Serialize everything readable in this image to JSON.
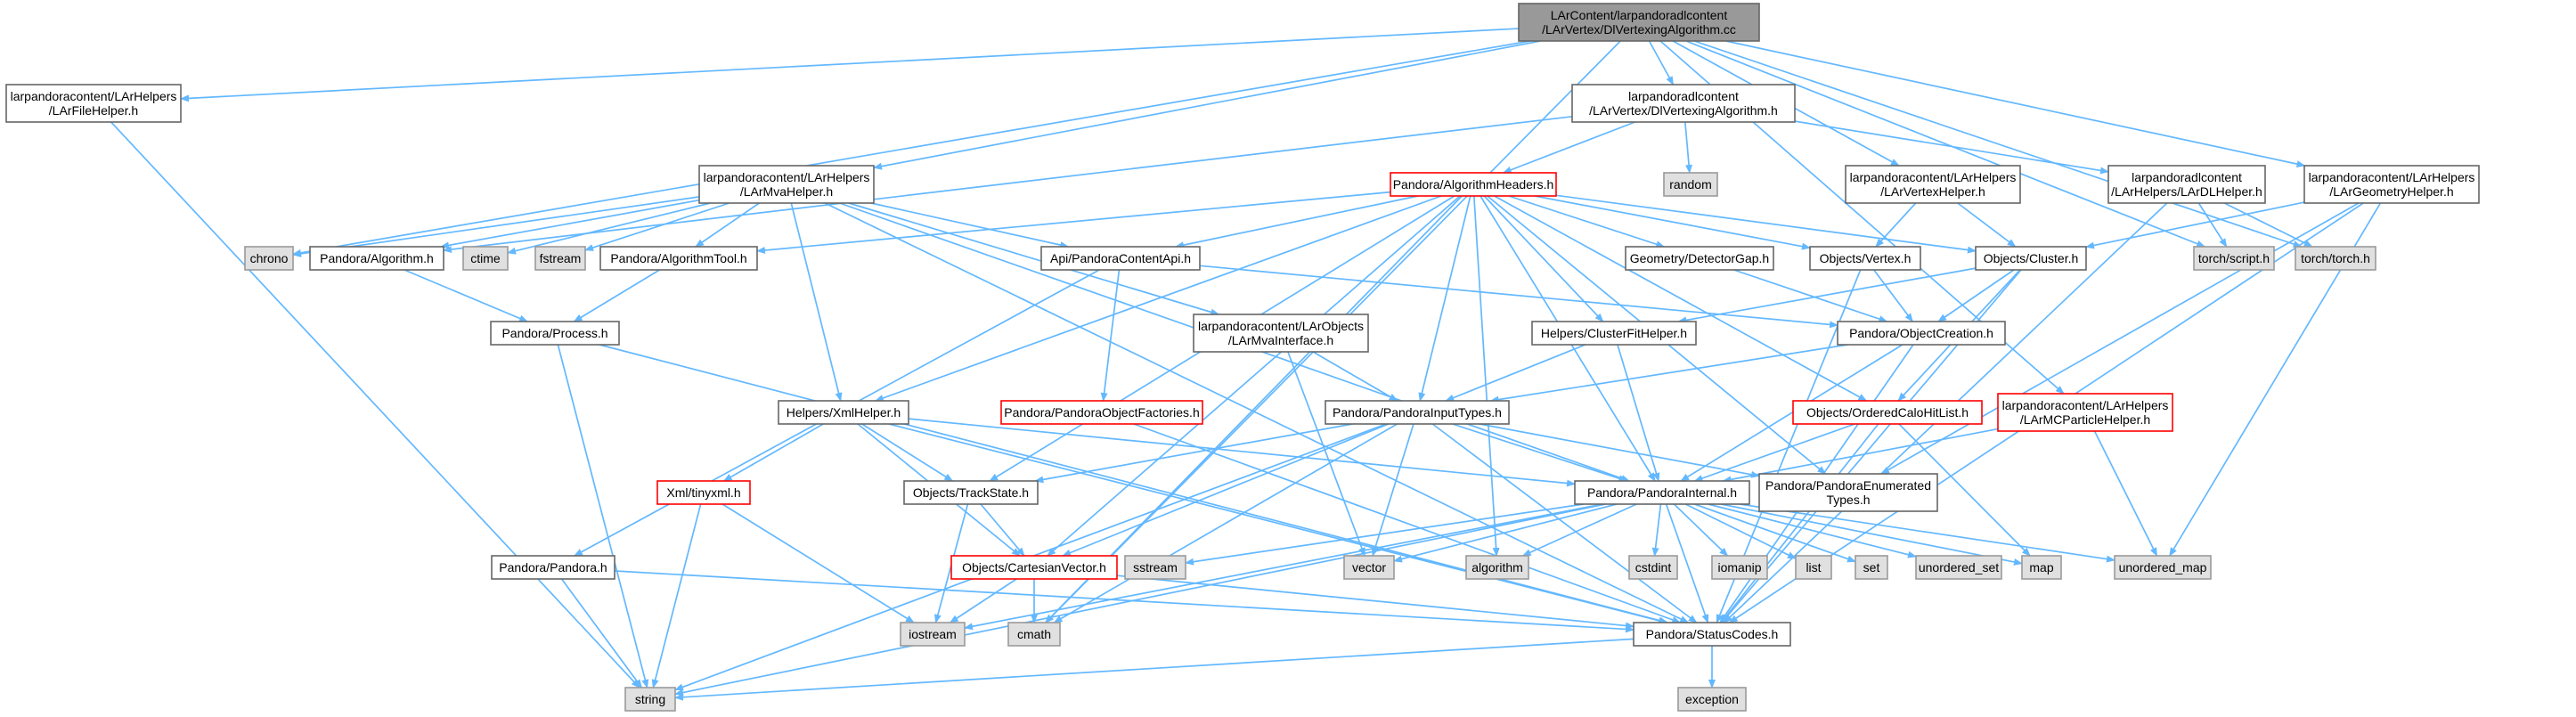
{
  "colors": {
    "edge": "#63b8ff",
    "node_border": "#666666",
    "node_fill": "#ffffff",
    "root_fill": "#999999",
    "system_fill": "#e0e0e0",
    "system_border": "#999999",
    "truncated_border": "#ff0000",
    "text": "#000000"
  },
  "nodes": [
    {
      "id": "root",
      "lines": [
        "LArContent/larpandoradlcontent",
        "/LArVertex/DlVertexingAlgorithm.cc"
      ],
      "kind": "root"
    },
    {
      "id": "filehelper",
      "lines": [
        "larpandoracontent/LArHelpers",
        "/LArFileHelper.h"
      ],
      "kind": "normal"
    },
    {
      "id": "dlvtxh",
      "lines": [
        "larpandoradlcontent",
        "/LArVertex/DlVertexingAlgorithm.h"
      ],
      "kind": "normal"
    },
    {
      "id": "geomhelper",
      "lines": [
        "larpandoracontent/LArHelpers",
        "/LArGeometryHelper.h"
      ],
      "kind": "normal"
    },
    {
      "id": "random",
      "lines": [
        "random"
      ],
      "kind": "system"
    },
    {
      "id": "mvahelper",
      "lines": [
        "larpandoracontent/LArHelpers",
        "/LArMvaHelper.h"
      ],
      "kind": "normal"
    },
    {
      "id": "algheaders",
      "lines": [
        "Pandora/AlgorithmHeaders.h"
      ],
      "kind": "truncated"
    },
    {
      "id": "vertexhelper",
      "lines": [
        "larpandoracontent/LArHelpers",
        "/LArVertexHelper.h"
      ],
      "kind": "normal"
    },
    {
      "id": "dlhelper",
      "lines": [
        "larpandoradlcontent",
        "/LArHelpers/LArDLHelper.h"
      ],
      "kind": "normal"
    },
    {
      "id": "chrono",
      "lines": [
        "chrono"
      ],
      "kind": "system"
    },
    {
      "id": "algorithm_h",
      "lines": [
        "Pandora/Algorithm.h"
      ],
      "kind": "normal"
    },
    {
      "id": "ctime",
      "lines": [
        "ctime"
      ],
      "kind": "system"
    },
    {
      "id": "fstream",
      "lines": [
        "fstream"
      ],
      "kind": "system"
    },
    {
      "id": "algtool",
      "lines": [
        "Pandora/AlgorithmTool.h"
      ],
      "kind": "normal"
    },
    {
      "id": "contentapi",
      "lines": [
        "Api/PandoraContentApi.h"
      ],
      "kind": "normal"
    },
    {
      "id": "detgap",
      "lines": [
        "Geometry/DetectorGap.h"
      ],
      "kind": "normal"
    },
    {
      "id": "vertex_h",
      "lines": [
        "Objects/Vertex.h"
      ],
      "kind": "normal"
    },
    {
      "id": "cluster_h",
      "lines": [
        "Objects/Cluster.h"
      ],
      "kind": "normal"
    },
    {
      "id": "torchscript",
      "lines": [
        "torch/script.h"
      ],
      "kind": "system"
    },
    {
      "id": "torchtorch",
      "lines": [
        "torch/torch.h"
      ],
      "kind": "system"
    },
    {
      "id": "process",
      "lines": [
        "Pandora/Process.h"
      ],
      "kind": "normal"
    },
    {
      "id": "mvainterface",
      "lines": [
        "larpandoracontent/LArObjects",
        "/LArMvaInterface.h"
      ],
      "kind": "normal"
    },
    {
      "id": "clusterfit",
      "lines": [
        "Helpers/ClusterFitHelper.h"
      ],
      "kind": "normal"
    },
    {
      "id": "objcreation",
      "lines": [
        "Pandora/ObjectCreation.h"
      ],
      "kind": "normal"
    },
    {
      "id": "xmlhelper",
      "lines": [
        "Helpers/XmlHelper.h"
      ],
      "kind": "normal"
    },
    {
      "id": "objfactories",
      "lines": [
        "Pandora/PandoraObjectFactories.h"
      ],
      "kind": "truncated"
    },
    {
      "id": "inputtypes",
      "lines": [
        "Pandora/PandoraInputTypes.h"
      ],
      "kind": "normal"
    },
    {
      "id": "orderedcalo",
      "lines": [
        "Objects/OrderedCaloHitList.h"
      ],
      "kind": "truncated"
    },
    {
      "id": "mcparticle",
      "lines": [
        "larpandoracontent/LArHelpers",
        "/LArMCParticleHelper.h"
      ],
      "kind": "truncated"
    },
    {
      "id": "tinyxml",
      "lines": [
        "Xml/tinyxml.h"
      ],
      "kind": "truncated"
    },
    {
      "id": "trackstate",
      "lines": [
        "Objects/TrackState.h"
      ],
      "kind": "normal"
    },
    {
      "id": "pinternal",
      "lines": [
        "Pandora/PandoraInternal.h"
      ],
      "kind": "normal"
    },
    {
      "id": "enumtypes",
      "lines": [
        "Pandora/PandoraEnumerated",
        "Types.h"
      ],
      "kind": "normal"
    },
    {
      "id": "pandora_h",
      "lines": [
        "Pandora/Pandora.h"
      ],
      "kind": "normal"
    },
    {
      "id": "cartesian",
      "lines": [
        "Objects/CartesianVector.h"
      ],
      "kind": "truncated"
    },
    {
      "id": "sstream",
      "lines": [
        "sstream"
      ],
      "kind": "system"
    },
    {
      "id": "vector",
      "lines": [
        "vector"
      ],
      "kind": "system"
    },
    {
      "id": "algorithm",
      "lines": [
        "algorithm"
      ],
      "kind": "system"
    },
    {
      "id": "cstdint",
      "lines": [
        "cstdint"
      ],
      "kind": "system"
    },
    {
      "id": "iomanip",
      "lines": [
        "iomanip"
      ],
      "kind": "system"
    },
    {
      "id": "list",
      "lines": [
        "list"
      ],
      "kind": "system"
    },
    {
      "id": "set",
      "lines": [
        "set"
      ],
      "kind": "system"
    },
    {
      "id": "unordered_set",
      "lines": [
        "unordered_set"
      ],
      "kind": "system"
    },
    {
      "id": "map",
      "lines": [
        "map"
      ],
      "kind": "system"
    },
    {
      "id": "unordered_map",
      "lines": [
        "unordered_map"
      ],
      "kind": "system"
    },
    {
      "id": "iostream",
      "lines": [
        "iostream"
      ],
      "kind": "system"
    },
    {
      "id": "cmath",
      "lines": [
        "cmath"
      ],
      "kind": "system"
    },
    {
      "id": "statuscodes",
      "lines": [
        "Pandora/StatusCodes.h"
      ],
      "kind": "normal"
    },
    {
      "id": "string",
      "lines": [
        "string"
      ],
      "kind": "system"
    },
    {
      "id": "exception",
      "lines": [
        "exception"
      ],
      "kind": "system"
    }
  ],
  "edges": [
    [
      "root",
      "filehelper"
    ],
    [
      "root",
      "dlvtxh"
    ],
    [
      "root",
      "geomhelper"
    ],
    [
      "root",
      "mvahelper"
    ],
    [
      "root",
      "vertexhelper"
    ],
    [
      "root",
      "chrono"
    ],
    [
      "root",
      "torchscript"
    ],
    [
      "root",
      "torchtorch"
    ],
    [
      "root",
      "mcparticle"
    ],
    [
      "root",
      "cmath"
    ],
    [
      "filehelper",
      "string"
    ],
    [
      "dlvtxh",
      "random"
    ],
    [
      "dlvtxh",
      "algorithm_h"
    ],
    [
      "dlvtxh",
      "algheaders"
    ],
    [
      "dlvtxh",
      "dlhelper"
    ],
    [
      "geomhelper",
      "cluster_h"
    ],
    [
      "geomhelper",
      "enumtypes"
    ],
    [
      "geomhelper",
      "unordered_map"
    ],
    [
      "geomhelper",
      "statuscodes"
    ],
    [
      "mvahelper",
      "chrono"
    ],
    [
      "mvahelper",
      "algorithm_h"
    ],
    [
      "mvahelper",
      "ctime"
    ],
    [
      "mvahelper",
      "fstream"
    ],
    [
      "mvahelper",
      "algtool"
    ],
    [
      "mvahelper",
      "contentapi"
    ],
    [
      "mvahelper",
      "mvainterface"
    ],
    [
      "mvahelper",
      "xmlhelper"
    ],
    [
      "mvahelper",
      "pinternal"
    ],
    [
      "mvahelper",
      "statuscodes"
    ],
    [
      "algheaders",
      "algtool"
    ],
    [
      "algheaders",
      "contentapi"
    ],
    [
      "algheaders",
      "detgap"
    ],
    [
      "algheaders",
      "vertex_h"
    ],
    [
      "algheaders",
      "cluster_h"
    ],
    [
      "algheaders",
      "clusterfit"
    ],
    [
      "algheaders",
      "xmlhelper"
    ],
    [
      "algheaders",
      "inputtypes"
    ],
    [
      "algheaders",
      "orderedcalo"
    ],
    [
      "algheaders",
      "trackstate"
    ],
    [
      "algheaders",
      "pinternal"
    ],
    [
      "algheaders",
      "enumtypes"
    ],
    [
      "algheaders",
      "cartesian"
    ],
    [
      "algheaders",
      "algorithm"
    ],
    [
      "algheaders",
      "cmath"
    ],
    [
      "vertexhelper",
      "vertex_h"
    ],
    [
      "vertexhelper",
      "cluster_h"
    ],
    [
      "dlhelper",
      "torchscript"
    ],
    [
      "dlhelper",
      "torchtorch"
    ],
    [
      "dlhelper",
      "statuscodes"
    ],
    [
      "algorithm_h",
      "process"
    ],
    [
      "algtool",
      "process"
    ],
    [
      "contentapi",
      "objfactories"
    ],
    [
      "contentapi",
      "objcreation"
    ],
    [
      "contentapi",
      "pandora_h"
    ],
    [
      "detgap",
      "objcreation"
    ],
    [
      "vertex_h",
      "objcreation"
    ],
    [
      "vertex_h",
      "statuscodes"
    ],
    [
      "cluster_h",
      "objcreation"
    ],
    [
      "cluster_h",
      "orderedcalo"
    ],
    [
      "cluster_h",
      "clusterfit"
    ],
    [
      "cluster_h",
      "statuscodes"
    ],
    [
      "process",
      "string"
    ],
    [
      "process",
      "statuscodes"
    ],
    [
      "mvainterface",
      "inputtypes"
    ],
    [
      "mvainterface",
      "vector"
    ],
    [
      "clusterfit",
      "inputtypes"
    ],
    [
      "clusterfit",
      "pinternal"
    ],
    [
      "objcreation",
      "inputtypes"
    ],
    [
      "objcreation",
      "pinternal"
    ],
    [
      "objcreation",
      "statuscodes"
    ],
    [
      "xmlhelper",
      "tinyxml"
    ],
    [
      "xmlhelper",
      "trackstate"
    ],
    [
      "xmlhelper",
      "cartesian"
    ],
    [
      "xmlhelper",
      "pinternal"
    ],
    [
      "xmlhelper",
      "statuscodes"
    ],
    [
      "objfactories",
      "statuscodes"
    ],
    [
      "inputtypes",
      "trackstate"
    ],
    [
      "inputtypes",
      "cartesian"
    ],
    [
      "inputtypes",
      "pinternal"
    ],
    [
      "inputtypes",
      "enumtypes"
    ],
    [
      "inputtypes",
      "vector"
    ],
    [
      "inputtypes",
      "cmath"
    ],
    [
      "inputtypes",
      "string"
    ],
    [
      "inputtypes",
      "statuscodes"
    ],
    [
      "orderedcalo",
      "pinternal"
    ],
    [
      "orderedcalo",
      "map"
    ],
    [
      "orderedcalo",
      "statuscodes"
    ],
    [
      "mcparticle",
      "pinternal"
    ],
    [
      "mcparticle",
      "unordered_map"
    ],
    [
      "tinyxml",
      "iostream"
    ],
    [
      "tinyxml",
      "string"
    ],
    [
      "trackstate",
      "cartesian"
    ],
    [
      "trackstate",
      "iostream"
    ],
    [
      "pinternal",
      "sstream"
    ],
    [
      "pinternal",
      "vector"
    ],
    [
      "pinternal",
      "algorithm"
    ],
    [
      "pinternal",
      "cstdint"
    ],
    [
      "pinternal",
      "iomanip"
    ],
    [
      "pinternal",
      "list"
    ],
    [
      "pinternal",
      "set"
    ],
    [
      "pinternal",
      "unordered_set"
    ],
    [
      "pinternal",
      "map"
    ],
    [
      "pinternal",
      "unordered_map"
    ],
    [
      "pinternal",
      "iostream"
    ],
    [
      "pinternal",
      "string"
    ],
    [
      "pinternal",
      "statuscodes"
    ],
    [
      "pandora_h",
      "string"
    ],
    [
      "pandora_h",
      "statuscodes"
    ],
    [
      "cartesian",
      "iostream"
    ],
    [
      "cartesian",
      "cmath"
    ],
    [
      "cartesian",
      "statuscodes"
    ],
    [
      "statuscodes",
      "exception"
    ],
    [
      "statuscodes",
      "string"
    ]
  ]
}
